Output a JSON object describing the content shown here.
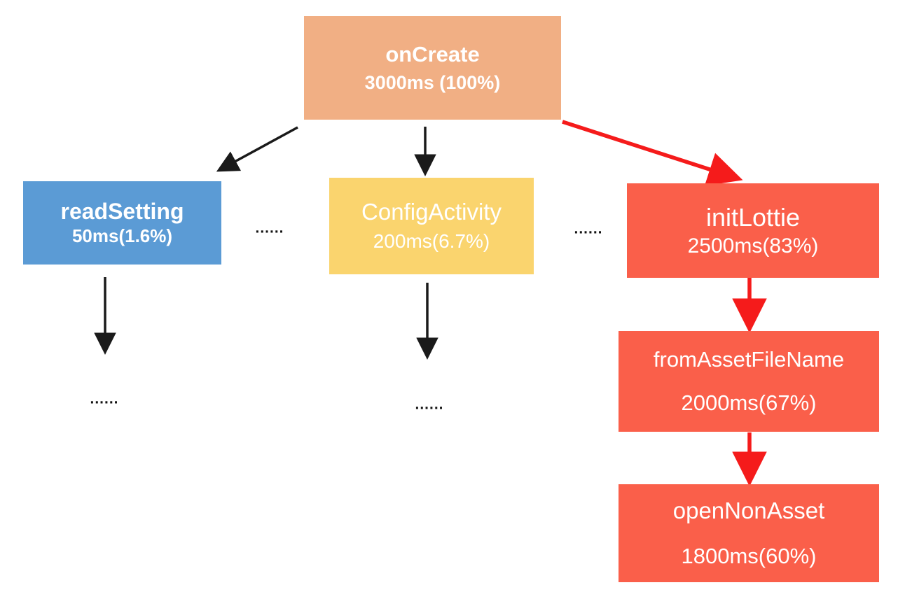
{
  "diagram": {
    "ellipsis": "......",
    "colors": {
      "root_box": "#F1AF84",
      "blue_box": "#5B9BD5",
      "yellow_box": "#FAD46E",
      "red_box": "#FA5F4A",
      "black_arrow": "#1A1A1A",
      "red_arrow": "#F51B1B",
      "text": "#FFFFFF"
    },
    "nodes": {
      "onCreate": {
        "label": "onCreate",
        "value": "3000ms (100%)"
      },
      "readSetting": {
        "label": "readSetting",
        "value": "50ms(1.6%)"
      },
      "configActivity": {
        "label": "ConfigActivity",
        "value": "200ms(6.7%)"
      },
      "initLottie": {
        "label": "initLottie",
        "value": "2500ms(83%)"
      },
      "fromAssetFileName": {
        "label": "fromAssetFileName",
        "value": "2000ms(67%)"
      },
      "openNonAsset": {
        "label": "openNonAsset",
        "value": "1800ms(60%)"
      }
    },
    "edges": [
      {
        "from": "onCreate",
        "to": "readSetting",
        "color": "black"
      },
      {
        "from": "onCreate",
        "to": "ConfigActivity",
        "color": "black"
      },
      {
        "from": "onCreate",
        "to": "initLottie",
        "color": "red"
      },
      {
        "from": "readSetting",
        "to": "(more)",
        "color": "black"
      },
      {
        "from": "ConfigActivity",
        "to": "(more)",
        "color": "black"
      },
      {
        "from": "initLottie",
        "to": "fromAssetFileName",
        "color": "red"
      },
      {
        "from": "fromAssetFileName",
        "to": "openNonAsset",
        "color": "red"
      }
    ]
  }
}
